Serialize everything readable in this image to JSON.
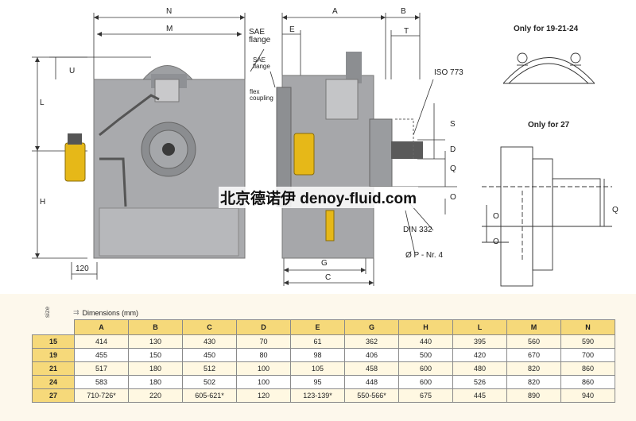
{
  "watermark": "北京德诺伊 denoy-fluid.com",
  "labels": {
    "N": "N",
    "M": "M",
    "U": "U",
    "L": "L",
    "H": "H",
    "dim120": "120",
    "A": "A",
    "B": "B",
    "E": "E",
    "T": "T",
    "S": "S",
    "D": "D",
    "Q": "Q",
    "O": "O",
    "G": "G",
    "C": "C",
    "sae_flange_1": "SAE flange",
    "sae_flange_2": "SAE flange",
    "flex_coupling": "flex coupling",
    "iso773": "ISO 773",
    "din332": "DIN 332",
    "op_nr4": "Ø P - Nr. 4",
    "only_for_19_21_24": "Only for 19-21-24",
    "only_for_27": "Only for 27",
    "right_Q": "Q",
    "right_O1": "O",
    "right_O2": "O"
  },
  "table": {
    "size_label": "size",
    "dimensions_label": "Dimensions (mm)",
    "columns": [
      "A",
      "B",
      "C",
      "D",
      "E",
      "G",
      "H",
      "L",
      "M",
      "N"
    ],
    "rows": [
      {
        "size": "15",
        "values": [
          "414",
          "130",
          "430",
          "70",
          "61",
          "362",
          "440",
          "395",
          "560",
          "590"
        ]
      },
      {
        "size": "19",
        "values": [
          "455",
          "150",
          "450",
          "80",
          "98",
          "406",
          "500",
          "420",
          "670",
          "700"
        ]
      },
      {
        "size": "21",
        "values": [
          "517",
          "180",
          "512",
          "100",
          "105",
          "458",
          "600",
          "480",
          "820",
          "860"
        ]
      },
      {
        "size": "24",
        "values": [
          "583",
          "180",
          "502",
          "100",
          "95",
          "448",
          "600",
          "526",
          "820",
          "860"
        ]
      },
      {
        "size": "27",
        "values": [
          "710-726*",
          "220",
          "605-621*",
          "120",
          "123-139*",
          "550-566*",
          "675",
          "445",
          "890",
          "940"
        ]
      }
    ]
  }
}
